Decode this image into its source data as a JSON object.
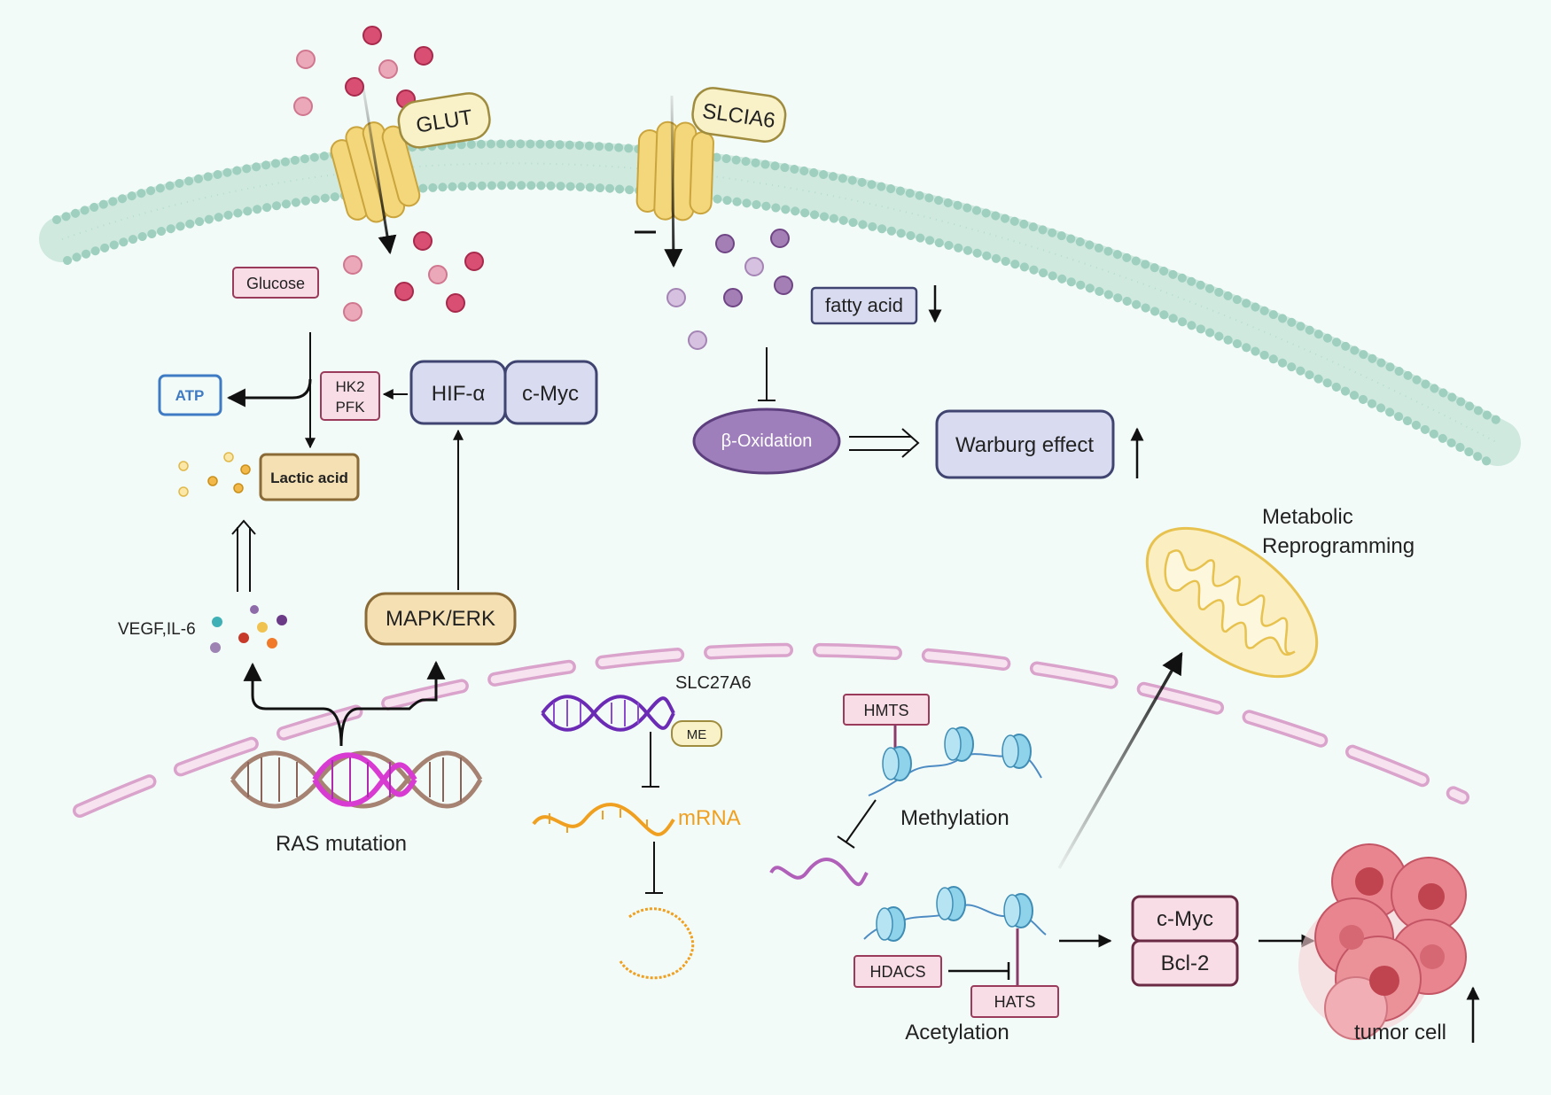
{
  "labels": {
    "glut": "GLUT",
    "slcia6": "SLCIA6",
    "glucose": "Glucose",
    "fatty_acid": "fatty acid",
    "atp": "ATP",
    "hk2": "HK2",
    "pfk": "PFK",
    "hif": "HIF-α",
    "cmyc_top": "c-Myc",
    "lactic_acid": "Lactic acid",
    "beta_oxidation": "β-Oxidation",
    "warburg": "Warburg effect",
    "metabolic_1": "Metabolic",
    "metabolic_2": "Reprogramming",
    "vegf": "VEGF,IL-6",
    "mapk": "MAPK/ERK",
    "slc27a6": "SLC27A6",
    "me": "ME",
    "mrna": "mRNA",
    "hmts": "HMTS",
    "methylation": "Methylation",
    "ras": "RAS mutation",
    "hdacs": "HDACS",
    "hats": "HATS",
    "acetylation": "Acetylation",
    "cmyc_bottom": "c-Myc",
    "bcl2": "Bcl-2",
    "tumor": "tumor cell"
  },
  "colors": {
    "background": "#f3fbf8",
    "membrane": "#a9d3c6",
    "transporter": "#f3d77a",
    "glucose_dot": "#d94f73",
    "fatty_dot": "#8c5a9f",
    "pink_box": "#f8dce6",
    "pink_border": "#9a3b5c",
    "blue_box": "#d9dcf0",
    "blue_border": "#3f4470",
    "tan_box": "#f4e0b3",
    "tan_border": "#8a6a36",
    "atp_border": "#3f7bc4",
    "nuclear_membrane": "#e9b6dc",
    "dna_purple": "#6b2bb5",
    "dna_brown": "#a58271",
    "dna_magenta": "#d83bd1",
    "mrna": "#f0a020",
    "histone": "#8fd3ea",
    "mito": "#f6d677",
    "tumor": "#e8858f"
  },
  "icons": {
    "glut_channel": "transporter-channel-icon",
    "slcia6_channel": "transporter-channel-icon",
    "dna": "dna-double-helix-icon",
    "mitochondrion": "mitochondrion-icon",
    "tumor": "tumor-cell-cluster-icon",
    "nucleosome": "nucleosome-icon"
  }
}
